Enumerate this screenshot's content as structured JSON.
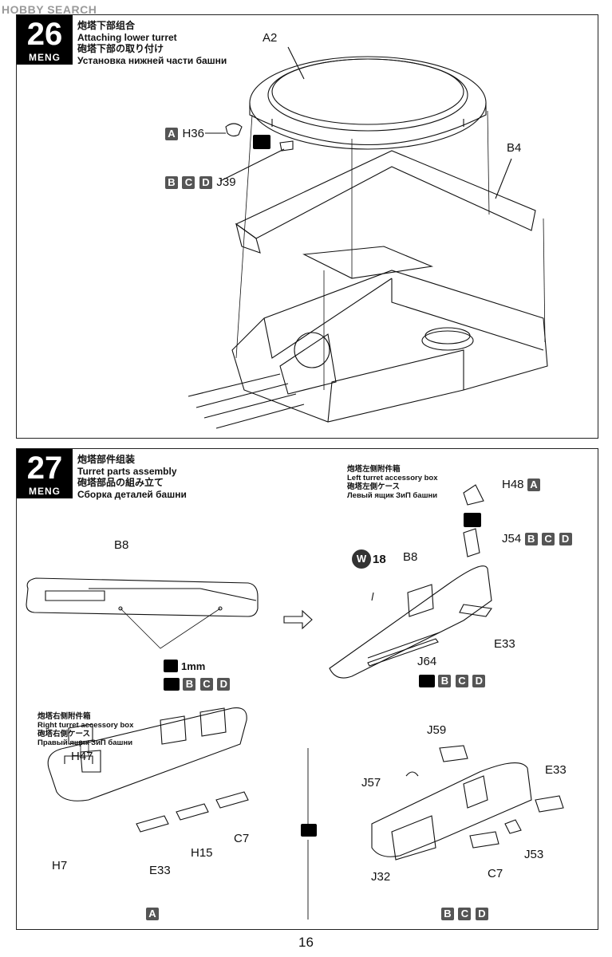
{
  "watermark": "HOBBY SEARCH",
  "page_number": "16",
  "step26": {
    "number": "26",
    "brand": "MENG",
    "title_zh": "炮塔下部组合",
    "title_en": "Attaching lower turret",
    "title_ja": "砲塔下部の取り付け",
    "title_ru": "Установка нижней части башни",
    "parts": {
      "a2": "A2",
      "b4": "B4",
      "h36": "H36",
      "j39": "J39"
    },
    "sprue_a": "A",
    "sprue_b": "B",
    "sprue_c": "C",
    "sprue_d": "D"
  },
  "step27": {
    "number": "27",
    "brand": "MENG",
    "title_zh": "炮塔部件组装",
    "title_en": "Turret parts assembly",
    "title_ja": "砲塔部品の組み立て",
    "title_ru": "Сборка деталей башни",
    "drill_size": "1mm",
    "paint_letter": "W",
    "paint_number": "18",
    "left_box": {
      "zh": "炮塔左侧附件箱",
      "en": "Left turret accessory box",
      "ja": "砲塔左側ケース",
      "ru": "Левый ящик ЗиП башни"
    },
    "right_box": {
      "zh": "炮塔右侧附件箱",
      "en": "Right turret accessory box",
      "ja": "砲塔右側ケース",
      "ru": "Правый ящик ЗиП башни"
    },
    "parts": {
      "b8_left": "B8",
      "b8_right": "B8",
      "h48": "H48",
      "j54": "J54",
      "e33_top": "E33",
      "j64": "J64",
      "h47": "H47",
      "h7": "H7",
      "e33_bl": "E33",
      "h15": "H15",
      "c7_bl": "C7",
      "j59": "J59",
      "j57": "J57",
      "e33_br": "E33",
      "j53": "J53",
      "j32": "J32",
      "c7_br": "C7"
    },
    "sprue_a": "A",
    "sprue_b": "B",
    "sprue_c": "C",
    "sprue_d": "D"
  }
}
